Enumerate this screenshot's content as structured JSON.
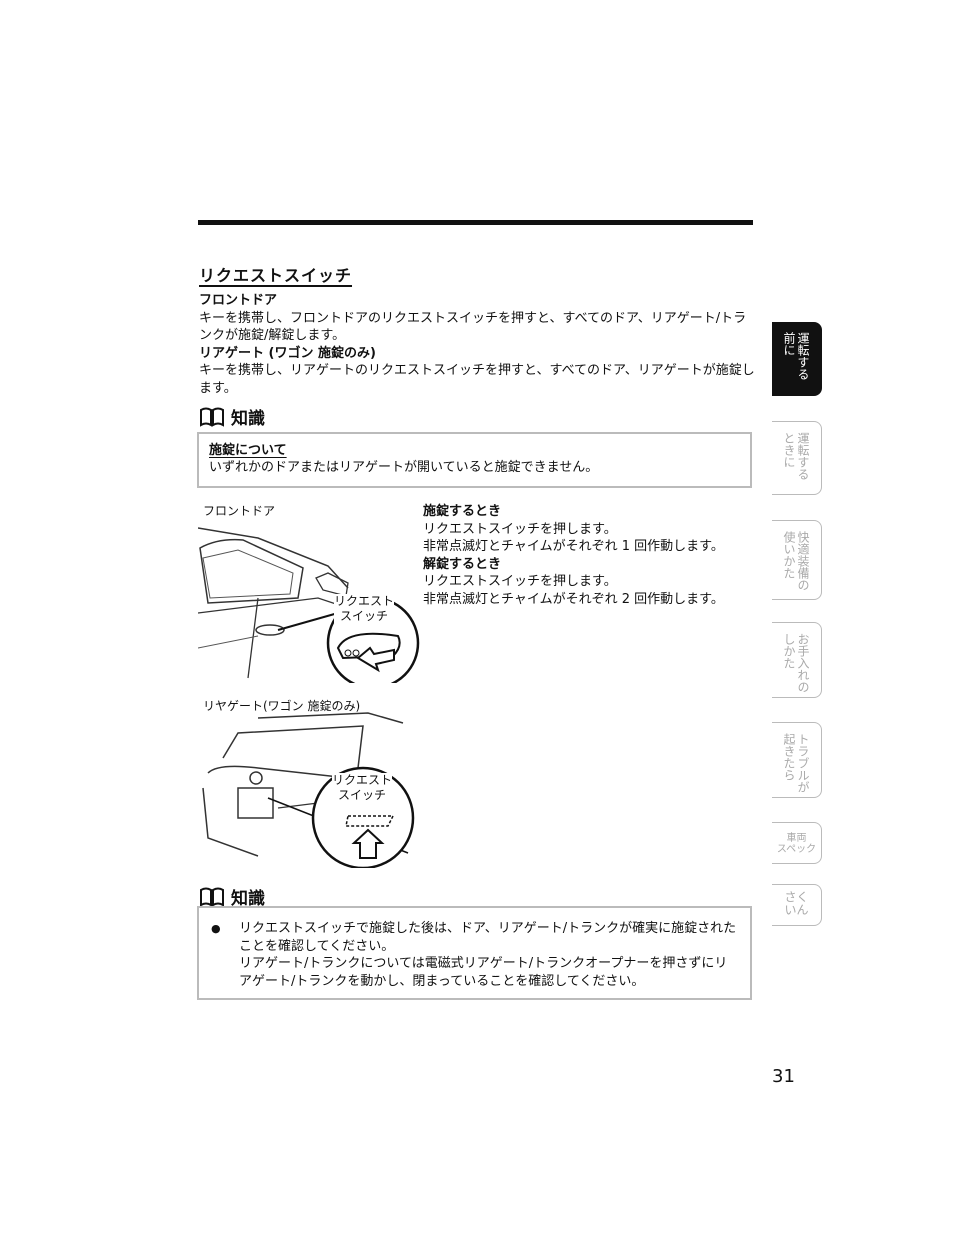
{
  "section": {
    "title": "リクエストスイッチ",
    "front_heading": "フロントドア",
    "front_text": "キーを携帯し、フロントドアのリクエストスイッチを押すと、すべてのドア、リアゲート/トランクが施錠/解錠します。",
    "rear_heading": "リアゲート (ワゴン 施錠のみ)",
    "rear_text": "キーを携帯し、リアゲートのリクエストスイッチを押すと、すべてのドア、リアゲートが施錠します。"
  },
  "knowledge1": {
    "label": "知識",
    "title": "施錠について",
    "text": "いずれかのドアまたはリアゲートが開いていると施錠できません。"
  },
  "figure": {
    "front_label": "フロントドア",
    "rear_label": "リヤゲート(ワゴン 施錠のみ)",
    "callout_front_1": "リクエスト",
    "callout_front_2": "スイッチ",
    "callout_rear_1": "リクエスト",
    "callout_rear_2": "スイッチ"
  },
  "side": {
    "lock_heading": "施錠するとき",
    "lock_line1": "リクエストスイッチを押します。",
    "lock_line2": "非常点滅灯とチャイムがそれぞれ 1 回作動します。",
    "unlock_heading": "解錠するとき",
    "unlock_line1": "リクエストスイッチを押します。",
    "unlock_line2": "非常点滅灯とチャイムがそれぞれ 2 回作動します。"
  },
  "knowledge2": {
    "label": "知識",
    "bullet": "●",
    "line1": "リクエストスイッチで施錠した後は、ドア、リアゲート/トランクが確実に施錠されたことを確認してください。",
    "line2": "リアゲート/トランクについては電磁式リアゲート/トランクオープナーを押さずにリアゲート/トランクを動かし、閉まっていることを確認してください。"
  },
  "page_number": "31",
  "tabs": [
    {
      "col1": "運転する",
      "col2": "前に"
    },
    {
      "col1": "運転する",
      "col2": "ときに"
    },
    {
      "col1": "快適装備の",
      "col2": "使いかた"
    },
    {
      "col1": "お手入れの",
      "col2": "しかた"
    },
    {
      "col1": "トラブルが",
      "col2": "起きたら"
    },
    {
      "col1": "車両",
      "col2": "スペック"
    },
    {
      "col1": "さく",
      "col2": "いん"
    }
  ],
  "colors": {
    "accent": "#111111",
    "box_border": "#bbbbbb",
    "tab_inactive": "#aaaaaa"
  }
}
